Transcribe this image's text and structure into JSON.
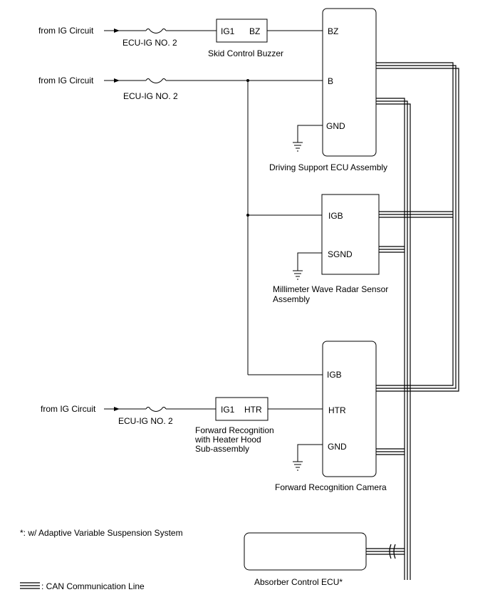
{
  "sources": {
    "ig1": "from IG Circuit",
    "ig2": "from IG Circuit",
    "ig3": "from IG Circuit"
  },
  "fuses": {
    "f1": "ECU-IG NO. 2",
    "f2": "ECU-IG NO. 2",
    "f3": "ECU-IG NO. 2"
  },
  "buzzer": {
    "pin_ig1": "IG1",
    "pin_bz": "BZ",
    "name": "Skid Control Buzzer"
  },
  "driving_support_ecu": {
    "pin_bz": "BZ",
    "pin_b": "B",
    "pin_gnd": "GND",
    "name": "Driving Support ECU Assembly"
  },
  "radar": {
    "pin_igb": "IGB",
    "pin_sgnd": "SGND",
    "name_line1": "Millimeter Wave Radar Sensor",
    "name_line2": "Assembly"
  },
  "heater_hood": {
    "pin_ig1": "IG1",
    "pin_htr": "HTR",
    "name_line1": "Forward Recognition",
    "name_line2": "with Heater Hood",
    "name_line3": "Sub-assembly"
  },
  "camera": {
    "pin_igb": "IGB",
    "pin_htr": "HTR",
    "pin_gnd": "GND",
    "name": "Forward Recognition Camera"
  },
  "absorber": {
    "name": "Absorber Control ECU*"
  },
  "notes": {
    "footnote": "*: w/ Adaptive Variable Suspension System",
    "legend": ": CAN Communication Line"
  }
}
